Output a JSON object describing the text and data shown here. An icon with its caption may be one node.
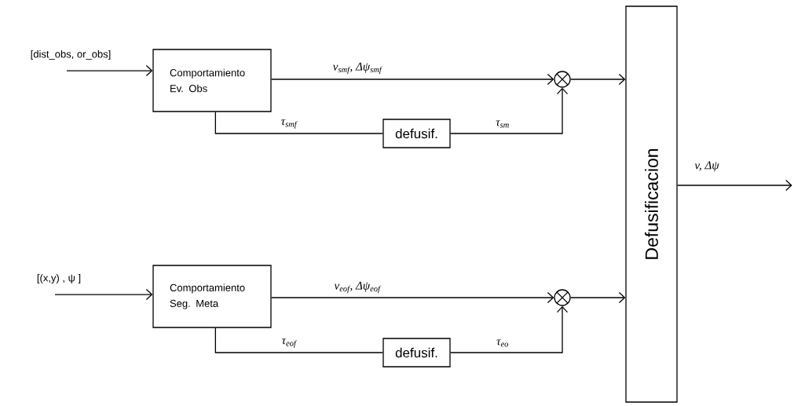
{
  "diagram": {
    "nodes": [
      {
        "text": [
          "[dist_obs, or_obs]"
        ]
      },
      {
        "text": [
          "Comportamiento Ev. Obs"
        ]
      },
      {
        "text": [
          "defusif."
        ]
      },
      {
        "text": [],
        "shape": "circle"
      },
      {
        "text": [
          "[(x,y) , ψ ]"
        ]
      },
      {
        "text": [
          "Comportamiento Seg. Meta"
        ]
      },
      {
        "text": [
          "defusif."
        ]
      },
      {
        "text": [],
        "shape": "circle"
      },
      {
        "text": [
          "Defusificacion"
        ]
      }
    ],
    "edges": [
      {
        "from": 0,
        "to": 1,
        "arrow": "to"
      },
      {
        "from": 1,
        "to": 3,
        "arrow": "to",
        "label": "v$_{smf}$, Δψ$_{smf}$"
      },
      {
        "from": 1,
        "to": 2,
        "arrow": "none",
        "label": "τ$_{smf}$"
      },
      {
        "from": 2,
        "to": 3,
        "arrow": "to",
        "label": "τ$_{sm}$"
      },
      {
        "from": 3,
        "to": 8,
        "arrow": "to"
      },
      {
        "from": 4,
        "to": 5,
        "arrow": "to"
      },
      {
        "from": 5,
        "to": 7,
        "arrow": "to",
        "label": "v$_{eof}$, Δψ$_{eof}$"
      },
      {
        "from": 5,
        "to": 6,
        "arrow": "none",
        "label": "τ$_{eof}$"
      },
      {
        "from": 6,
        "to": 7,
        "arrow": "to",
        "label": "τ$_{eo}$"
      },
      {
        "from": 7,
        "to": 8,
        "arrow": "to"
      },
      {
        "from": 8,
        "to": null,
        "arrow": "to",
        "label": "v, Δψ"
      }
    ]
  }
}
